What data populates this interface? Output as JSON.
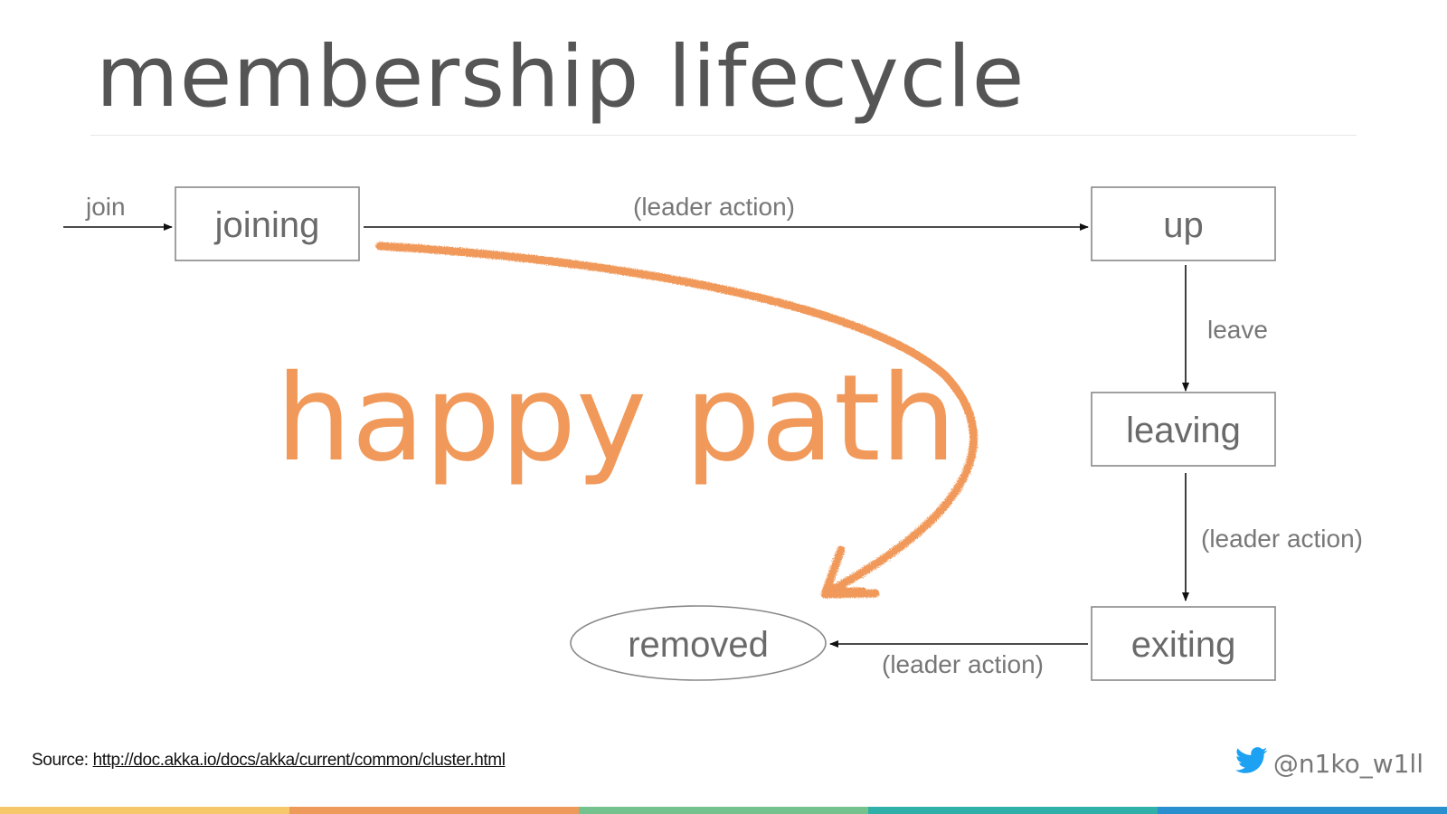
{
  "slide": {
    "title": "membership lifecycle",
    "annotation": "happy path"
  },
  "states": {
    "joining": "joining",
    "up": "up",
    "leaving": "leaving",
    "exiting": "exiting",
    "removed": "removed"
  },
  "edges": {
    "join": "join",
    "joining_to_up": "(leader action)",
    "up_to_leaving": "leave",
    "leaving_to_exiting": "(leader action)",
    "exiting_to_removed": "(leader action)"
  },
  "footer": {
    "source_label": "Source:",
    "source_url": "http://doc.akka.io/docs/akka/current/common/cluster.html",
    "handle": "@n1ko_w1ll",
    "bar_colors": [
      "#f6c86a",
      "#ee9a5a",
      "#74c28d",
      "#2fb1a9",
      "#2a8fcf"
    ]
  },
  "colors": {
    "accent": "#f0995a",
    "title": "#555555",
    "twitter": "#1da1f2"
  },
  "icons": [
    "twitter-bird-icon"
  ]
}
